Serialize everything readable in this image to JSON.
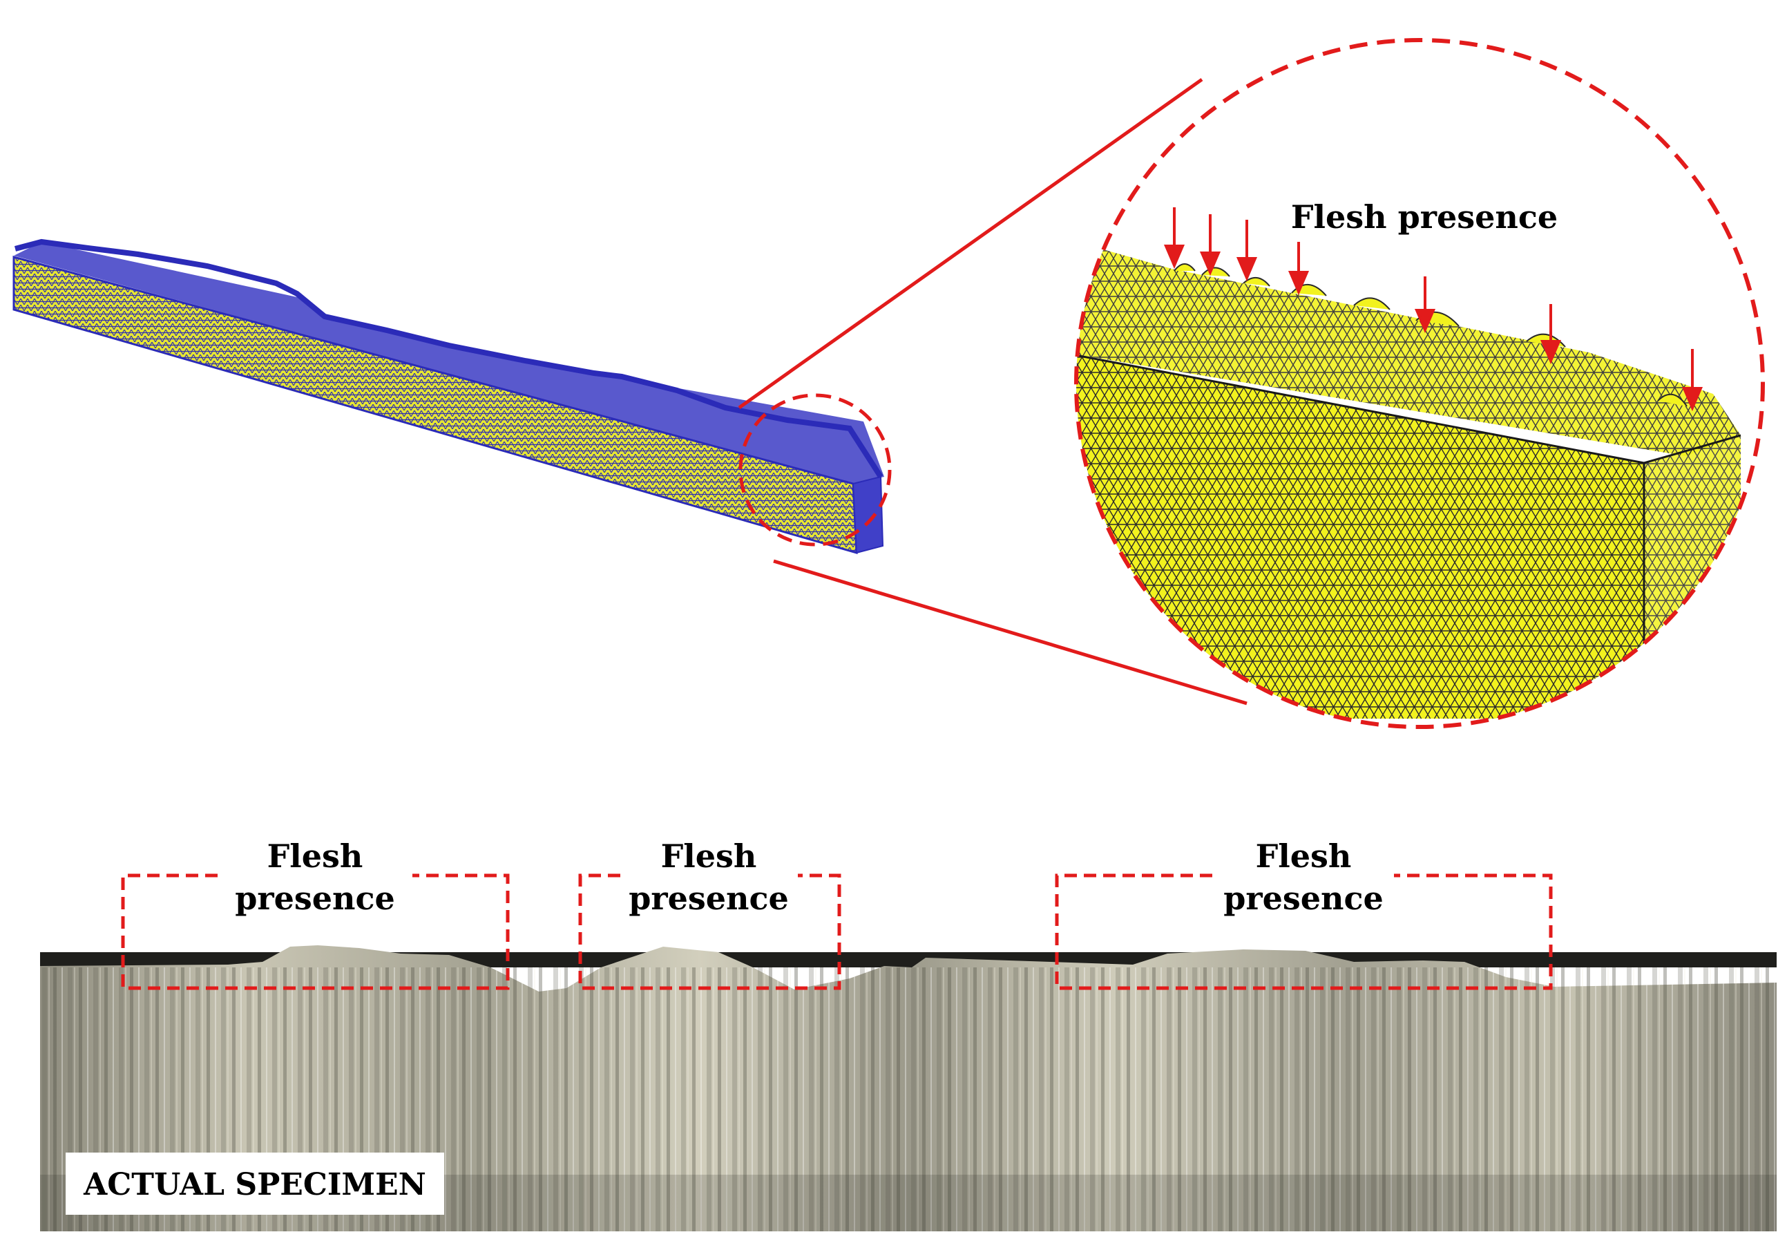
{
  "zoom_view": {
    "label": "Flesh presence"
  },
  "specimen": {
    "badge": "ACTUAL SPECIMEN",
    "regions": [
      {
        "line1": "Flesh",
        "line2": "presence"
      },
      {
        "line1": "Flesh",
        "line2": "presence"
      },
      {
        "line1": "Flesh",
        "line2": "presence"
      }
    ]
  },
  "colors": {
    "annotation_red": "#e21b1b",
    "mesh_yellow": "#f2f21e",
    "mesh_edge_blue": "#2b2bb8"
  }
}
